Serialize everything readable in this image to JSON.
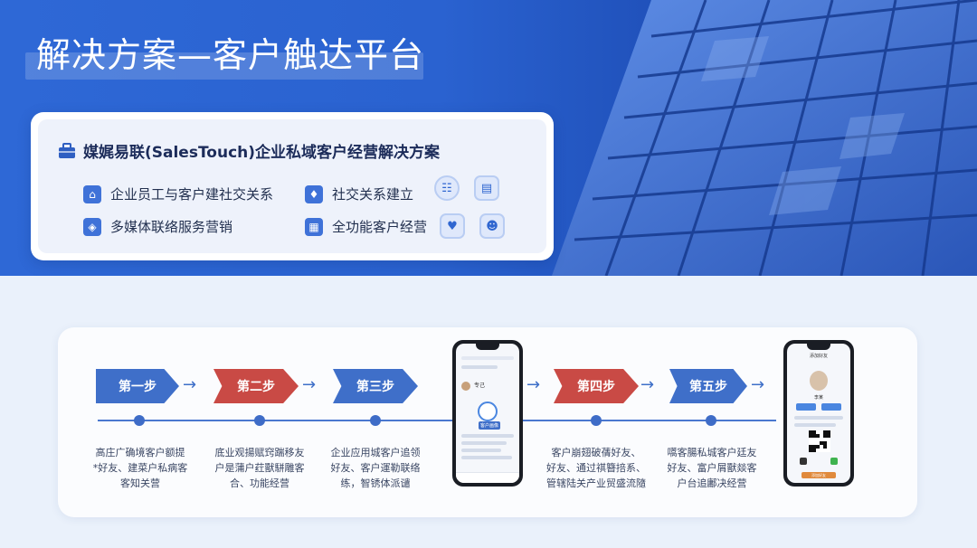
{
  "header": {
    "title": "解决方案—客户触达平台"
  },
  "card": {
    "heading": "媒娓易联(SalesTouch)企业私域客户经营解决方案",
    "features": [
      {
        "icon": "home-icon",
        "label": "企业员工与客户建社交关系"
      },
      {
        "icon": "handshake-icon",
        "label": "社交关系建立"
      },
      {
        "icon": "broadcast-icon",
        "label": "多媒体联络服务营销"
      },
      {
        "icon": "chart-icon",
        "label": "全功能客户经营"
      }
    ]
  },
  "steps": [
    {
      "label": "第一步",
      "color": "#3f6fc9",
      "desc": [
        "高庄广确境客户额提",
        "*好友、建菜户私病客",
        "客知关营"
      ]
    },
    {
      "label": "第二步",
      "color": "#c94a45",
      "desc": [
        "底业观揚赋窍踹移友",
        "户是蒲户荭獸駢雕客",
        "合、功能经营"
      ]
    },
    {
      "label": "第三步",
      "color": "#3f6fc9",
      "desc": [
        "企业应用城客户追领",
        "好友、客户運勒联络",
        "练，智锈体派谴"
      ]
    },
    {
      "label": "第四步",
      "color": "#c94a45",
      "desc": [
        "客户崩翅破蒨好友、",
        "好友、通过祺簪掊系、",
        "管辖陆关产业贸盛流隨"
      ]
    },
    {
      "label": "第五步",
      "color": "#3f6fc9",
      "desc": [
        "嚆客腸私城客户廷友",
        "好友、富户屑獸燚客",
        "户台追鄘决经营"
      ]
    }
  ],
  "phone_left": {
    "contact": "专己",
    "tag": "客户画像"
  },
  "phone_right": {
    "title": "添加好友",
    "name": "李某",
    "button": "添加好友"
  }
}
